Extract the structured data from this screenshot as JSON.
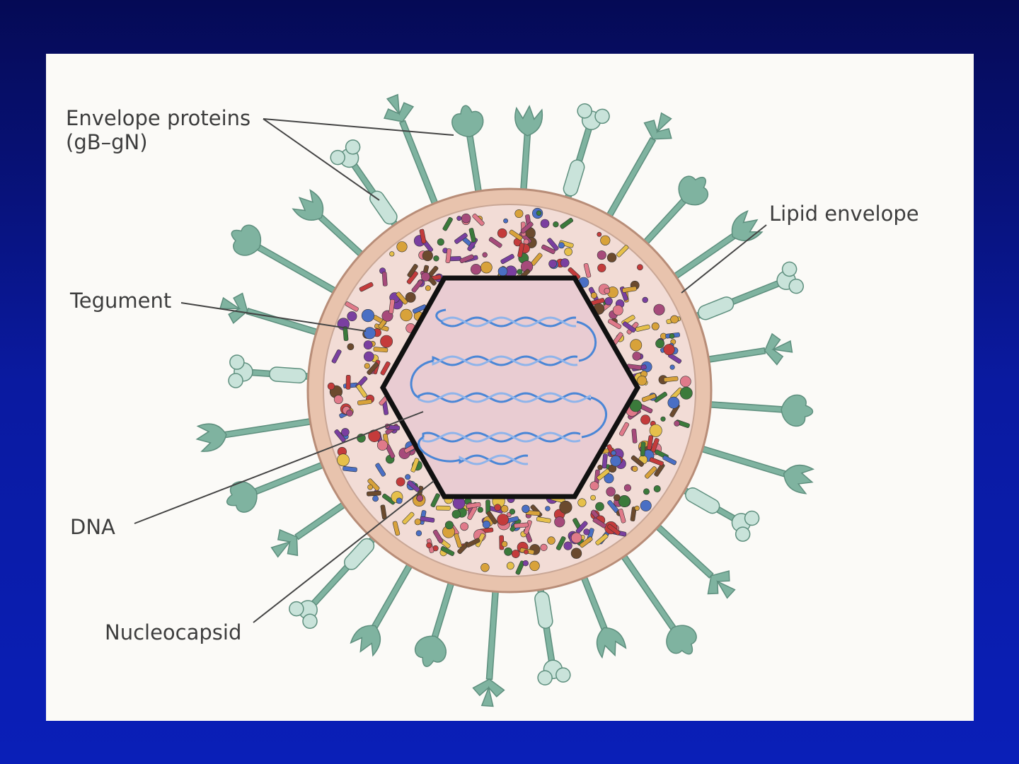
{
  "labels": {
    "envelope_proteins_line1": "Envelope proteins",
    "envelope_proteins_line2": "(gB–gN)",
    "lipid_envelope": "Lipid envelope",
    "tegument": "Tegument",
    "dna": "DNA",
    "nucleocapsid": "Nucleocapsid"
  },
  "colors": {
    "background": "#0a1aa0",
    "panel": "#fbfaf7",
    "lipid_envelope": "#e8c3ad",
    "tegument_fill": "#f2dcd6",
    "capsid_fill": "#e9ccd2",
    "capsid_outline": "#111111",
    "dna_strand": "#4a86d6",
    "glycoprotein": "#7fb3a0",
    "glycoprotein_light": "#c9e3da",
    "label_text": "#3d3d3d",
    "leader_line": "#444444"
  }
}
